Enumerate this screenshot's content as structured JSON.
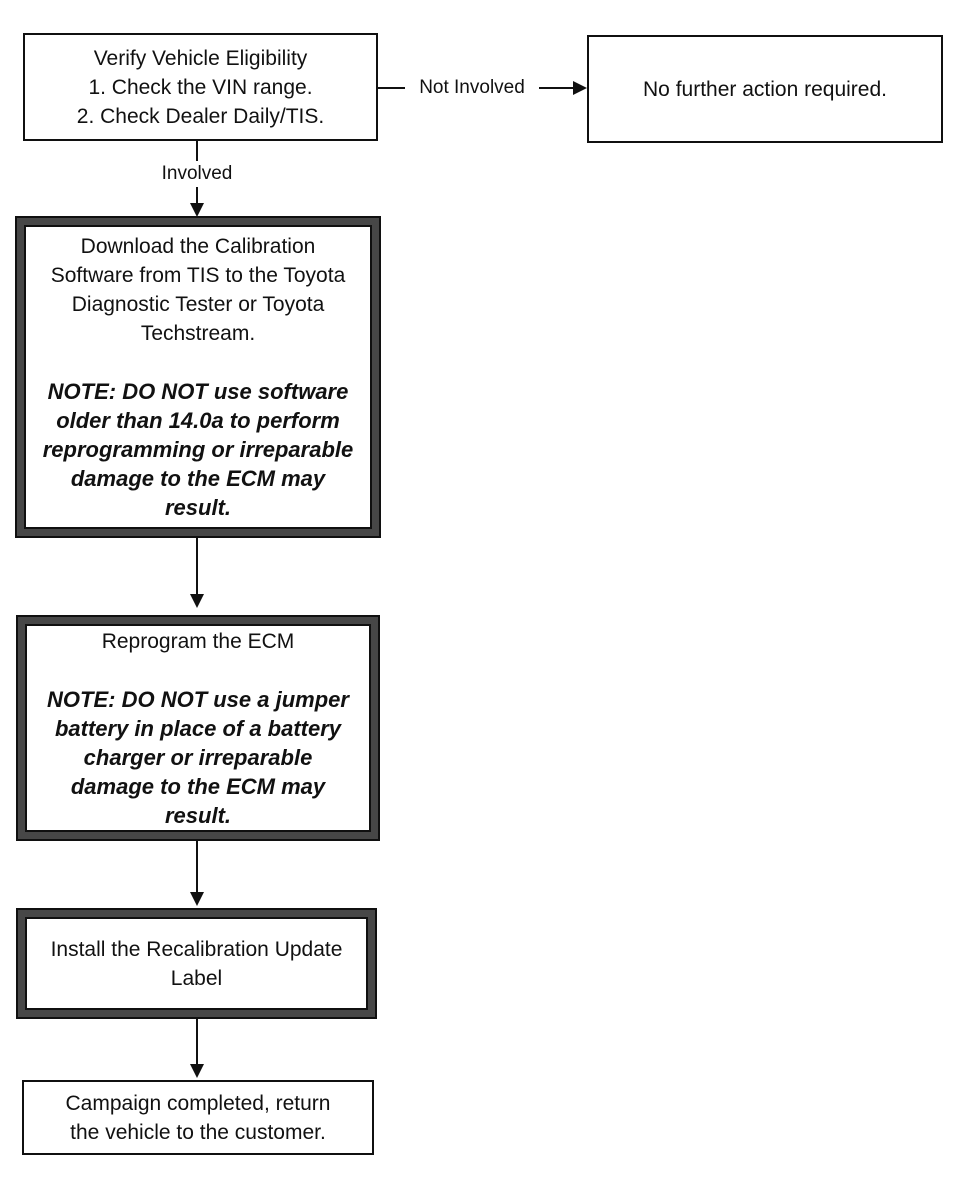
{
  "flow": {
    "verify": {
      "text": "Verify Vehicle Eligibility\n1. Check the VIN range.\n2. Check Dealer Daily/TIS."
    },
    "no_action": {
      "text": "No further action required."
    },
    "download": {
      "title": "Download the Calibration\nSoftware from TIS to the Toyota\nDiagnostic Tester or Toyota\nTechstream.",
      "note": "NOTE: DO NOT use software\nolder than 14.0a to perform\nreprogramming or irreparable\ndamage to the ECM may\nresult."
    },
    "reprogram": {
      "title": "Reprogram the ECM",
      "note": "NOTE: DO NOT use a jumper\nbattery in place of a battery\ncharger or irreparable\ndamage to the ECM may\nresult."
    },
    "install": {
      "text": "Install the Recalibration Update\nLabel"
    },
    "campaign": {
      "text": "Campaign completed, return\nthe vehicle to the customer."
    },
    "edge_labels": {
      "not_involved": "Not Involved",
      "involved": "Involved"
    }
  },
  "colors": {
    "ink": "#111111",
    "thick_border": "#474747",
    "thin_border": "#101010",
    "paper": "#ffffff"
  }
}
